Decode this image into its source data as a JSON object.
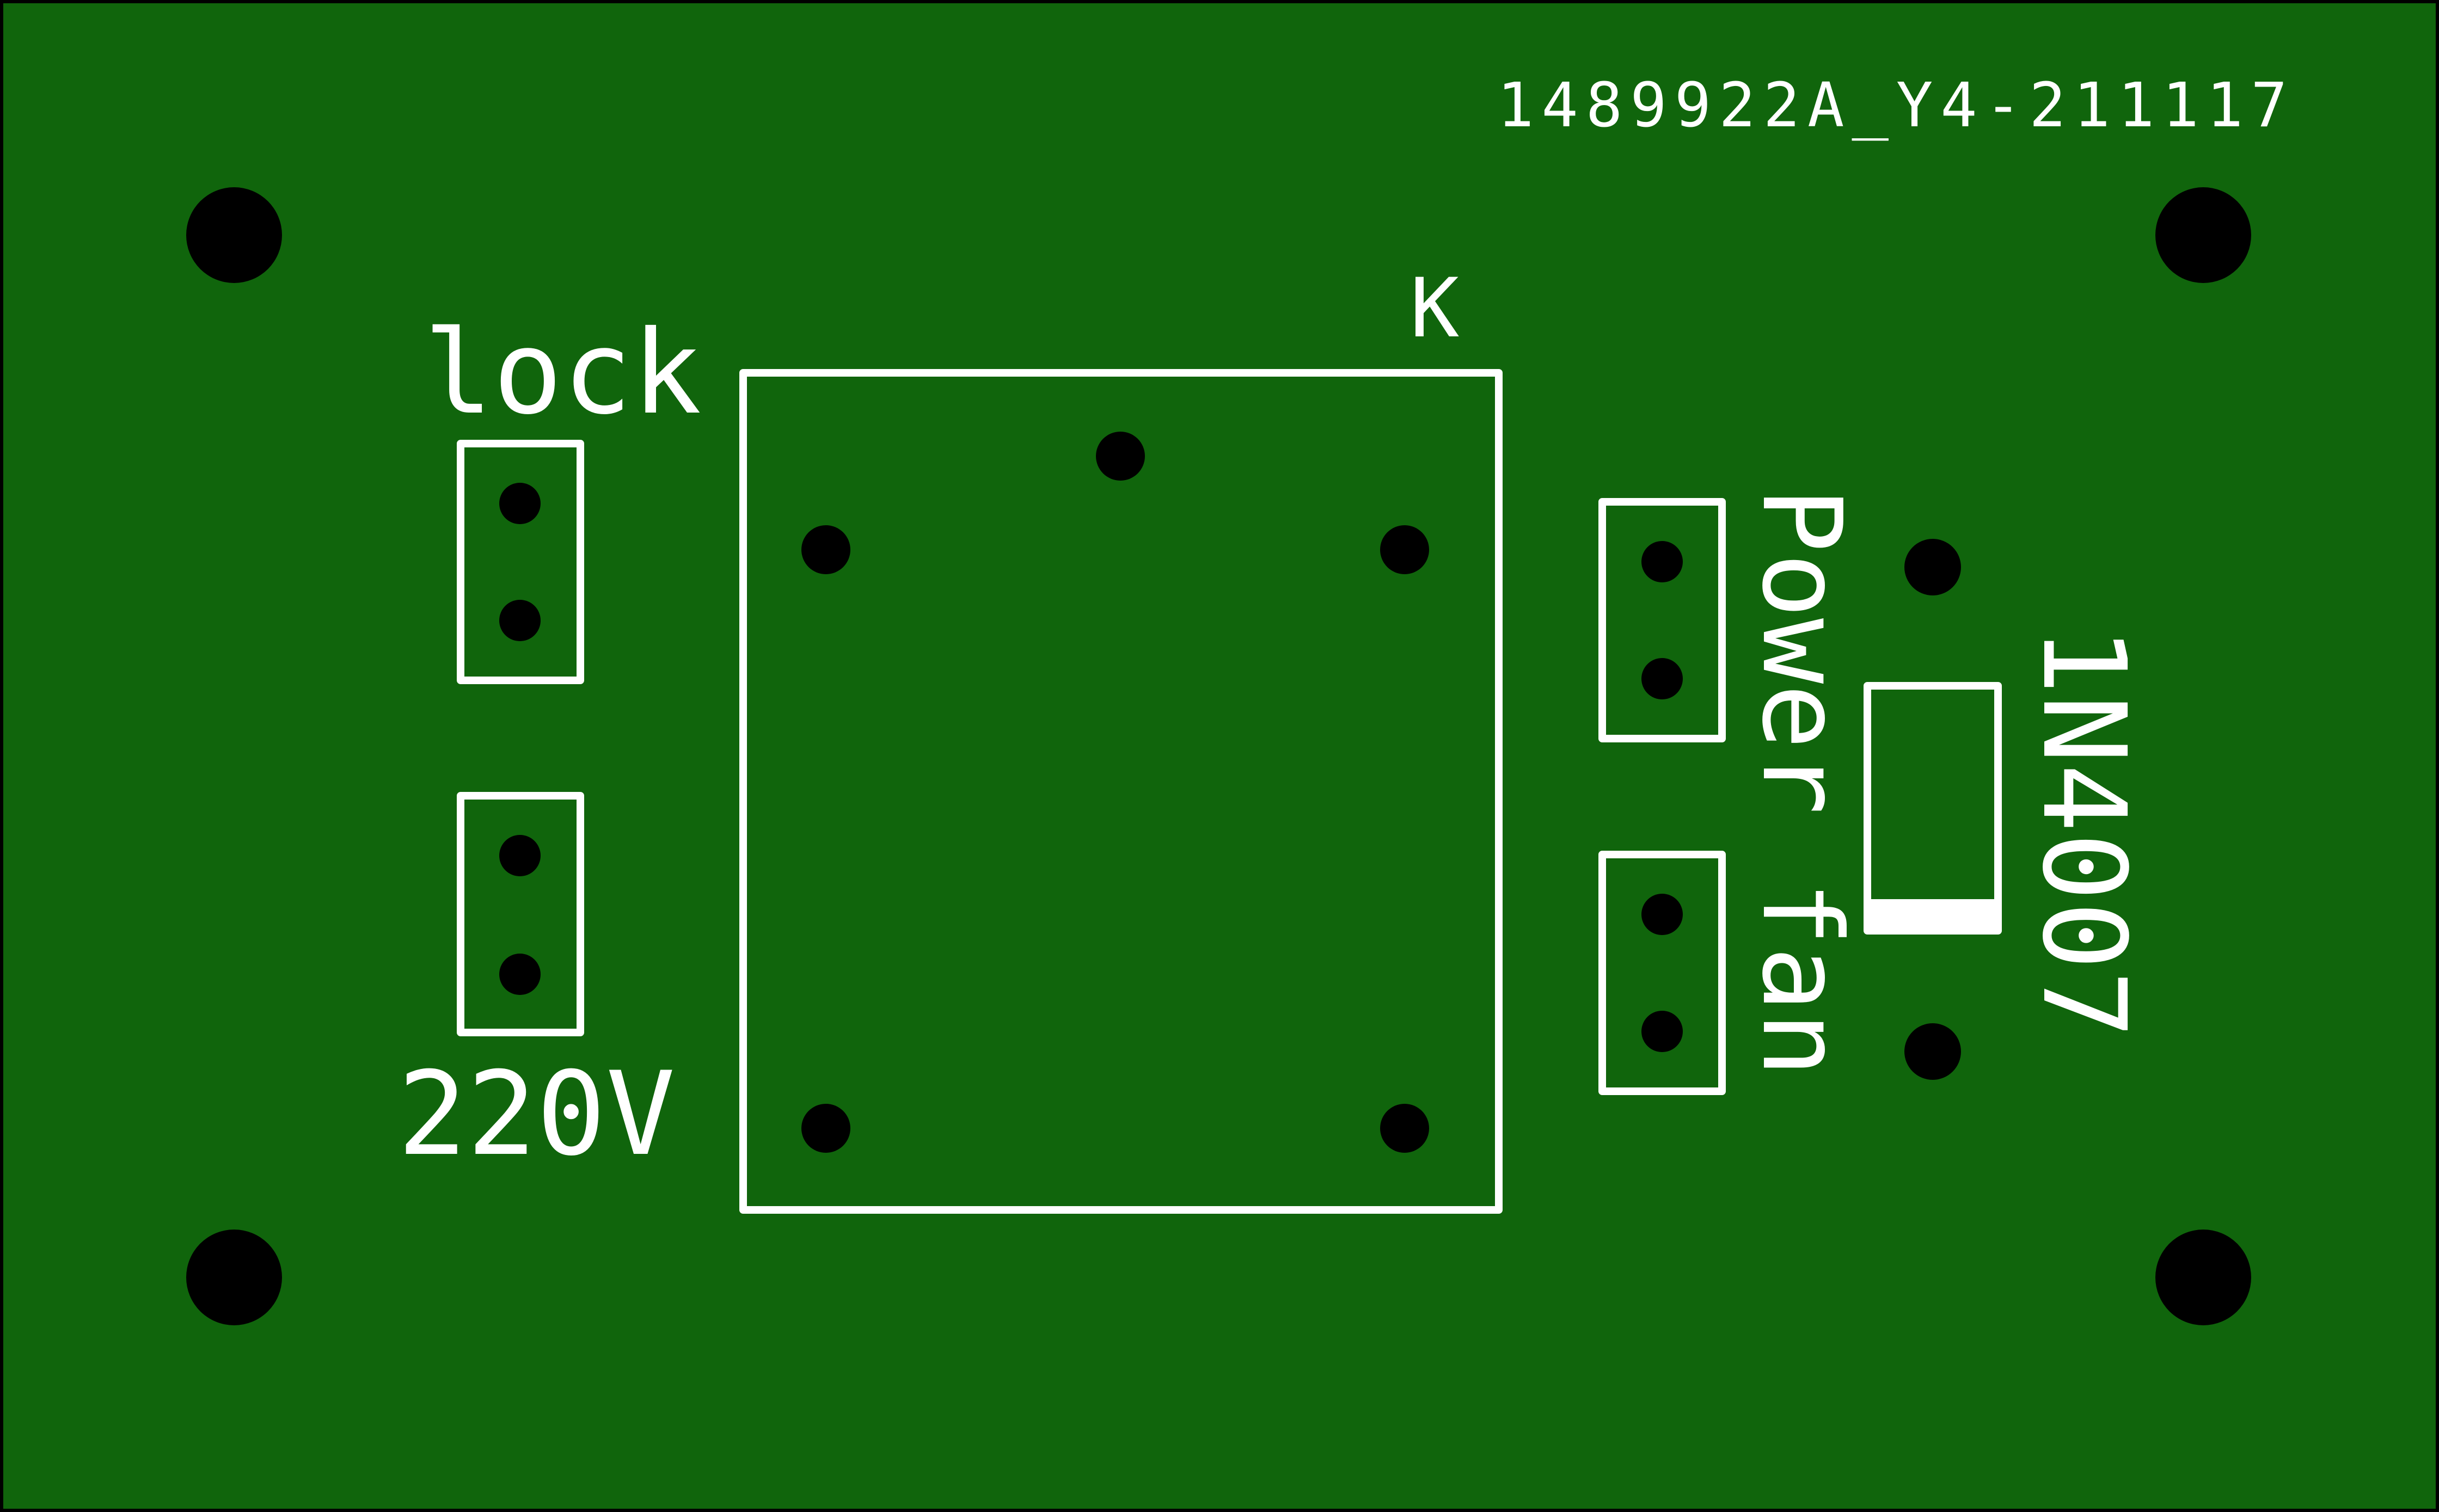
{
  "board": {
    "board_color": "#10650c",
    "silk_color": "#ffffff",
    "hole_color": "#000000",
    "border_color": "#000000"
  },
  "labels": {
    "board_id": "1489922A_Y4-211117",
    "lock": "lock",
    "v220": "220V",
    "relay_k": "K",
    "power": "Power",
    "fan": "fan",
    "diode": "1N4007"
  },
  "components": {
    "mounting_holes": [
      "top-left",
      "top-right",
      "bottom-left",
      "bottom-right"
    ],
    "connectors": [
      "lock",
      "220V",
      "Power",
      "fan"
    ],
    "relay": "K",
    "diode": "1N4007"
  }
}
